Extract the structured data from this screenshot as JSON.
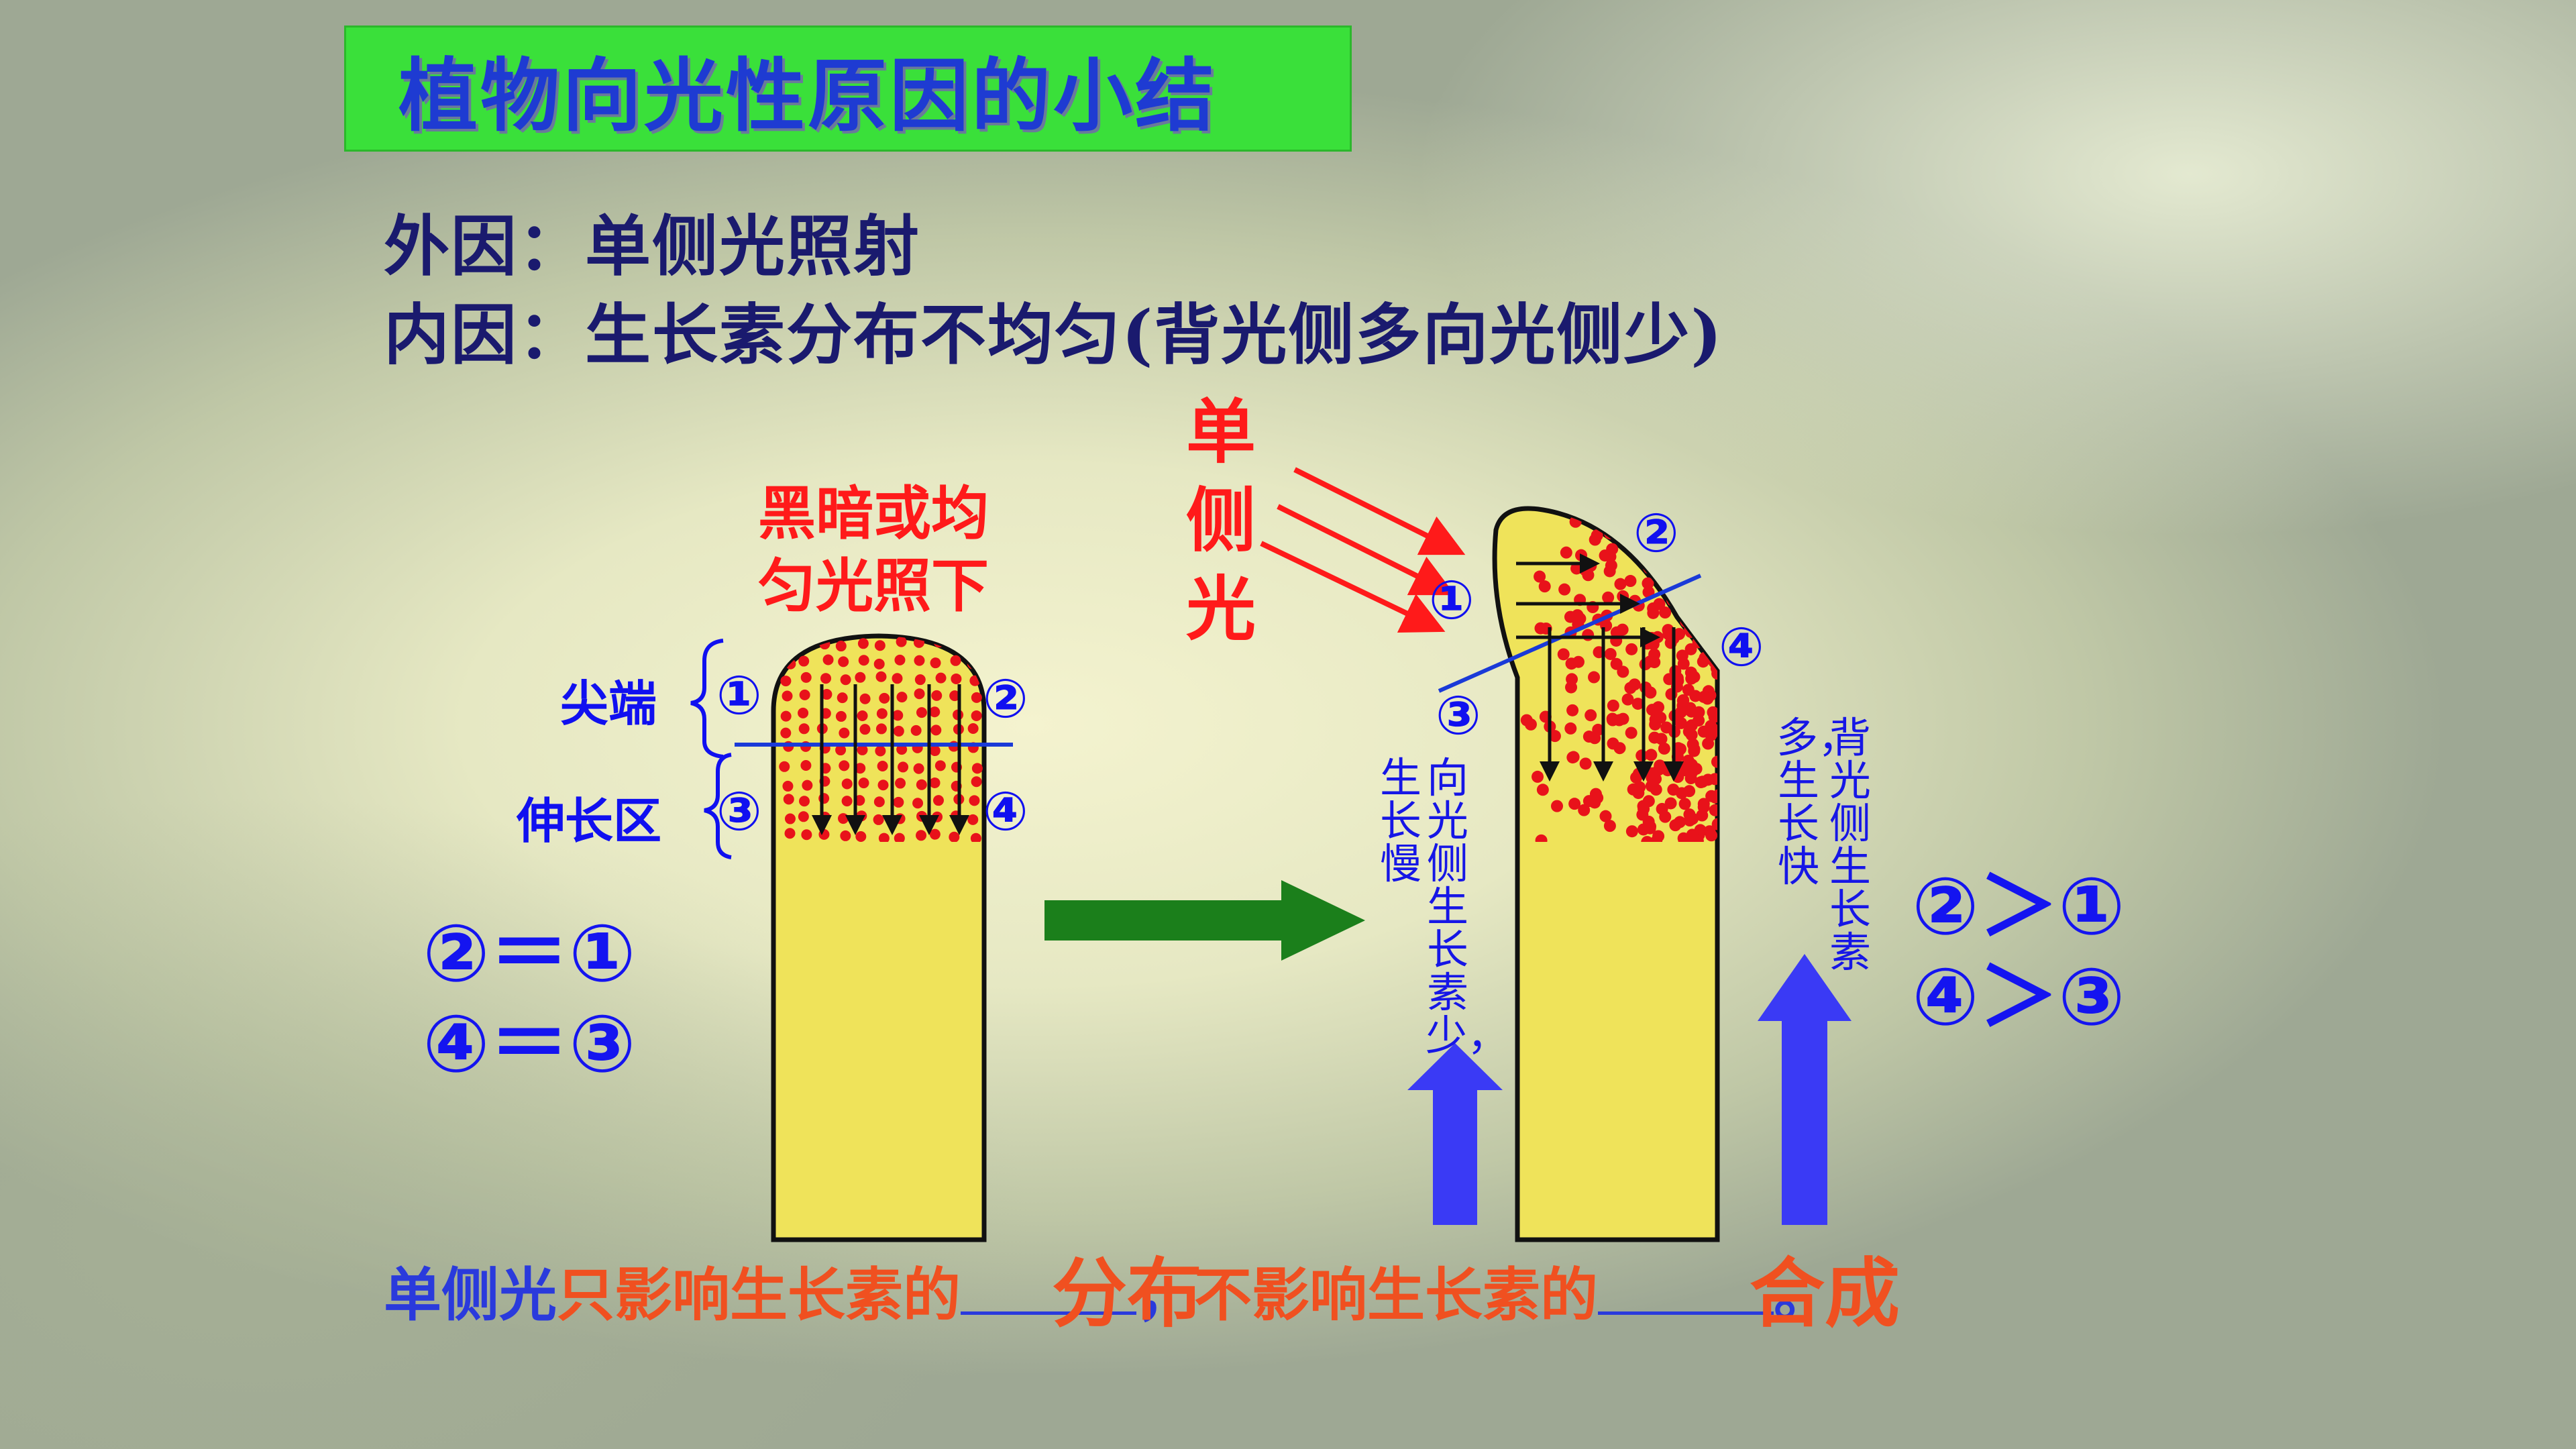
{
  "title": "植物向光性原因的小结",
  "external_cause": "外因：单侧光照射",
  "internal_cause": "内因：生长素分布不均匀(背光侧多向光侧少)",
  "left_diagram": {
    "condition": [
      "黑暗或均",
      "匀光照下"
    ],
    "tip_label": "尖端",
    "elongation_label": "伸长区",
    "mark_1": "①",
    "mark_2": "②",
    "mark_3": "③",
    "mark_4": "④",
    "relation_1": "②＝①",
    "relation_2": "④＝③"
  },
  "right_diagram": {
    "light_label": [
      "单",
      "侧",
      "光"
    ],
    "mark_1": "①",
    "mark_2": "②",
    "mark_3": "③",
    "mark_4": "④",
    "lit_side_col1": "向光侧生长素少，",
    "lit_side_col2": "生长慢",
    "shaded_side_col1": "背光侧生长素",
    "shaded_side_col2": "多，生长快",
    "relation_1": "②＞①",
    "relation_2": "④＞③"
  },
  "conclusion": {
    "part1": "单侧光",
    "part2": "只影响生长素的",
    "blank1": "分布",
    "part3": "，",
    "part4": "不影响生长素的",
    "blank2": "合成",
    "part5": "。"
  },
  "colors": {
    "title_bg": "#3ae03a",
    "title_text": "#1e3bd2",
    "stem_fill": "#efe35a",
    "auxin_dots": "#e8121a",
    "label_blue": "#1010f0",
    "label_red": "#ff1a1a",
    "answer_orange": "#f05020",
    "arrow_green": "#1b7f1b",
    "arrow_blue": "#3a3af5"
  }
}
